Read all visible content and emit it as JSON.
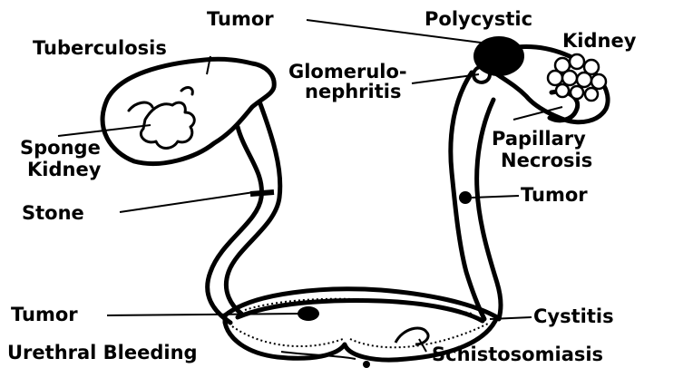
{
  "labels": {
    "tumor_top": "Tumor",
    "polycystic_1": "Polycystic",
    "polycystic_2": "Kidney",
    "tuberculosis": "Tuberculosis",
    "glomerulo_1": "Glomerulo-",
    "glomerulo_2": "nephritis",
    "sponge_1": "Sponge",
    "sponge_2": "Kidney",
    "papillary_1": "Papillary",
    "papillary_2": "Necrosis",
    "stone": "Stone",
    "tumor_ureter": "Tumor",
    "tumor_bladder": "Tumor",
    "cystitis": "Cystitis",
    "urethral": "Urethral Bleeding",
    "schisto": "Schistosomiasis"
  }
}
